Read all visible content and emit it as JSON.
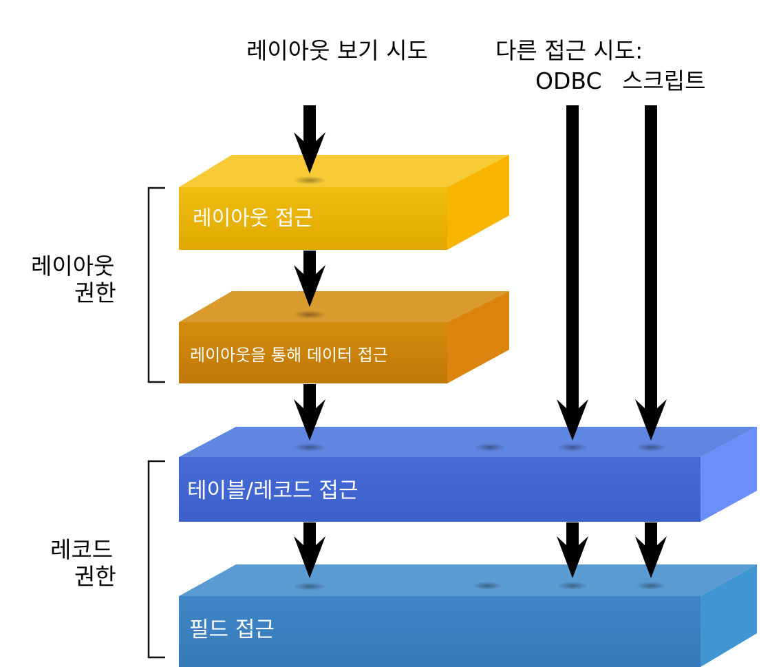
{
  "top_labels": {
    "layout_view": "레이아웃 보기 시도",
    "other_access": "다른 접근 시도:",
    "odbc": "ODBC",
    "script": "스크립트"
  },
  "tiers": {
    "layout_access": "레이아웃 접근",
    "data_via_layout": "레이아웃을 통해 데이터 접근",
    "table_record_access": "테이블/레코드 접근",
    "field_access": "필드 접근"
  },
  "side_labels": {
    "layout_privilege": [
      "레이아웃",
      "권한"
    ],
    "record_privilege": [
      "레코드",
      "권한"
    ]
  },
  "colors": {
    "layout_access": "#e6ae00",
    "data_via_layout": "#c98008",
    "table_record_access": "#3f64cf",
    "field_access": "#3a80bf",
    "arrow": "#000000"
  }
}
